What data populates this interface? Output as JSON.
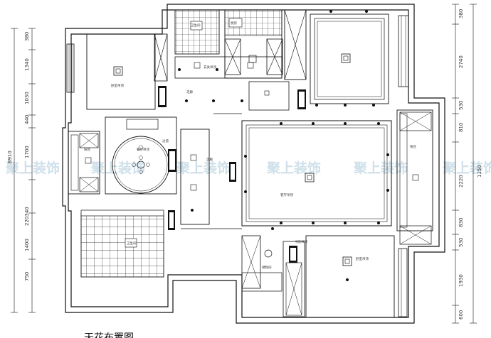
{
  "dims_left": [
    "380",
    "1340",
    "1030",
    "440",
    "1700",
    "220340",
    "1400",
    "750"
  ],
  "dim_left_total": "8910",
  "dims_right": [
    "380",
    "2740",
    "530",
    "810",
    "2220",
    "830",
    "530",
    "1930",
    "600"
  ],
  "dim_right_total": "1150",
  "watermark": [
    "聚上装饰",
    "聚上装饰",
    "聚上装饰",
    "聚上装饰",
    "聚上装饰",
    "聚上装饰"
  ],
  "room_labels": {
    "bedroom_nw": "卧室吊顶",
    "bath_n": "卫生间",
    "kitchen": "厨房",
    "entry": "玄关吊顶",
    "corridor": "走廊",
    "balcony_w": "阳台",
    "dining": "餐厅吊顶",
    "hall": "过道",
    "living": "客厅吊顶",
    "balcony_e": "阳台",
    "bath_sw": "卫生间",
    "storage": "储物间",
    "study": "书房吊顶",
    "bedroom_se": "卧室吊顶",
    "wc": "卫"
  },
  "bottom_text": "天花布置图"
}
